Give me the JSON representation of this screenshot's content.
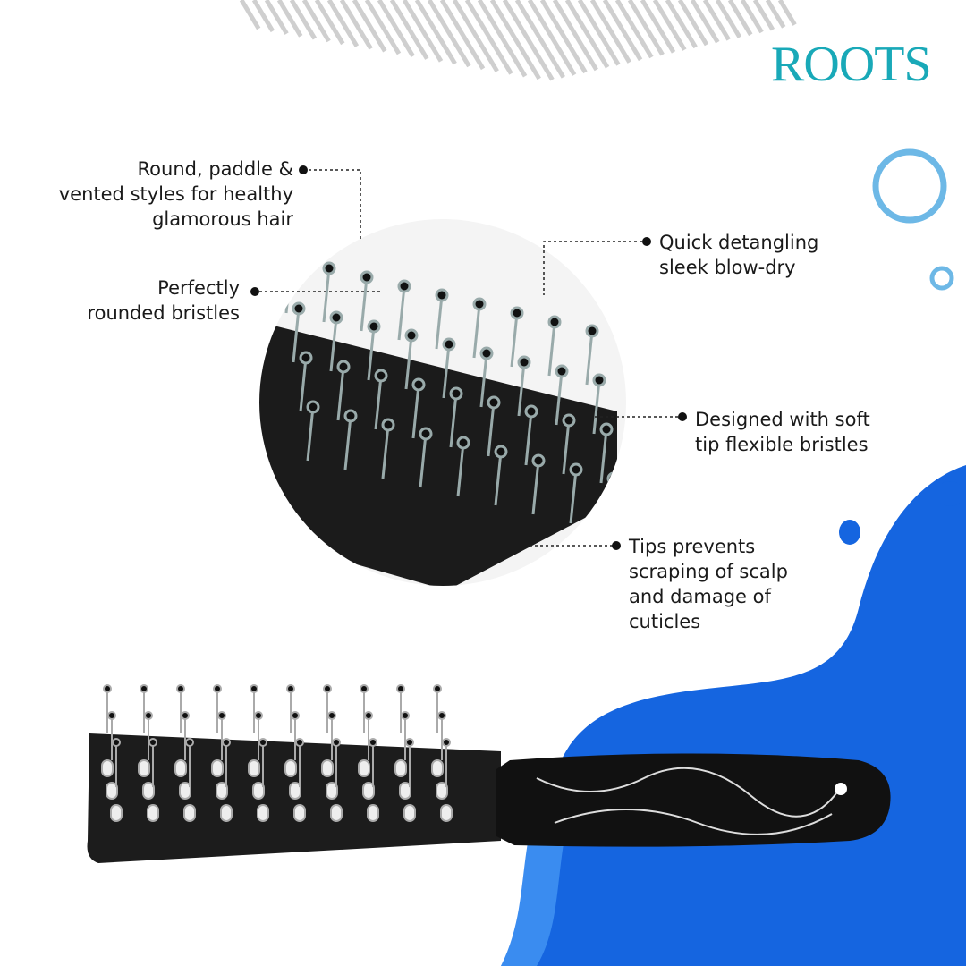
{
  "brand": {
    "logo": "ROOTS",
    "color": "#19a9b8"
  },
  "colors": {
    "splash": "#1565e0",
    "ring": "#6db8e6"
  },
  "callouts": [
    {
      "text_lines": [
        "Round, paddle &",
        "vented styles for healthy",
        "glamorous hair"
      ]
    },
    {
      "text_lines": [
        "Perfectly",
        "rounded bristles"
      ]
    },
    {
      "text_lines": [
        "Quick detangling",
        "sleek blow-dry"
      ]
    },
    {
      "text_lines": [
        "Designed with soft",
        "tip flexible bristles"
      ]
    },
    {
      "text_lines": [
        "Tips prevents",
        "scraping of scalp",
        "and damage of",
        "cuticles"
      ]
    }
  ]
}
